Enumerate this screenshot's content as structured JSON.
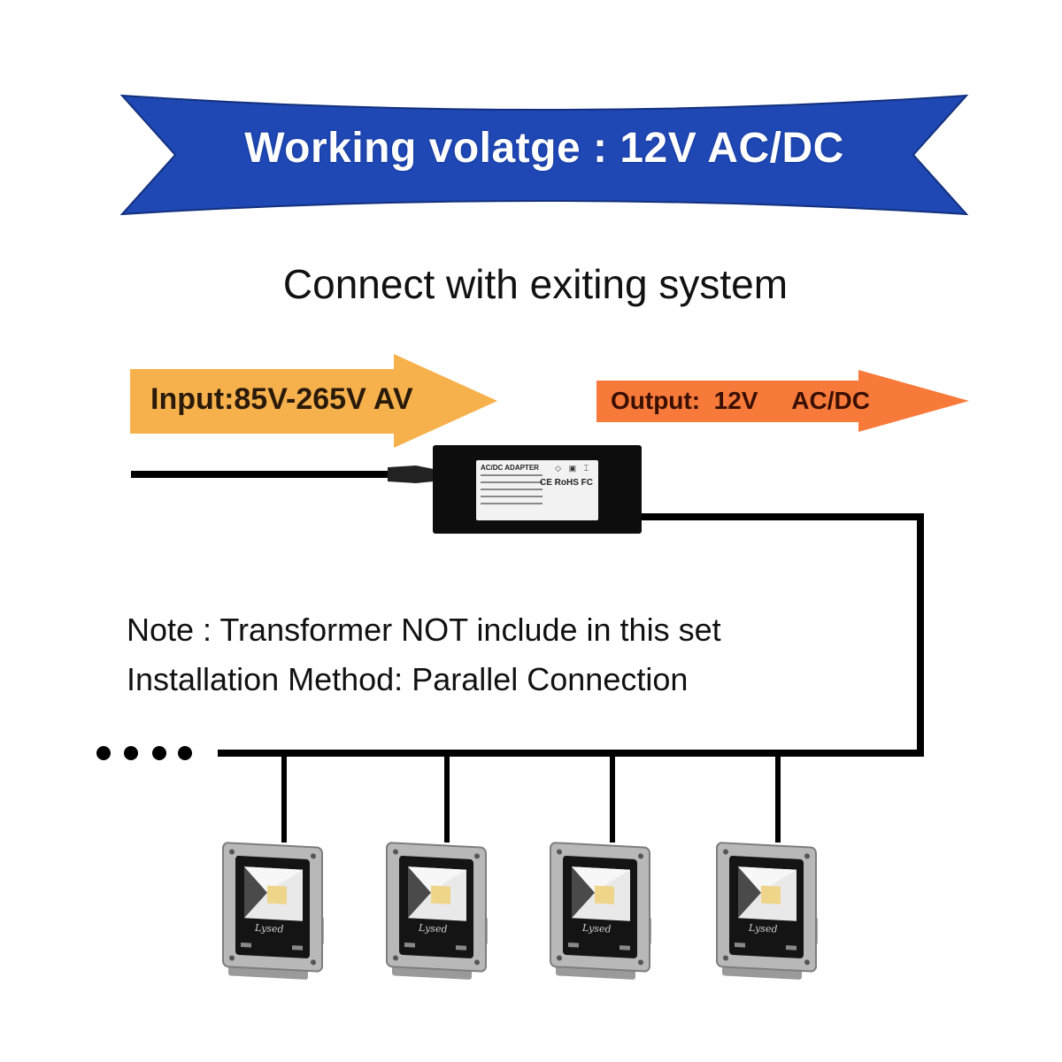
{
  "banner": {
    "text": "Working volatge : 12V AC/DC",
    "color": "#1f48b4"
  },
  "subtitle": "Connect with exiting system",
  "input_arrow": {
    "text": "Input:85V-265V AV",
    "color": "#f7b14c"
  },
  "output_arrow": {
    "text": "Output:  12V     AC/DC",
    "color": "#f77a3b"
  },
  "adapter": {
    "label_title": "AC/DC ADAPTER",
    "marks": "CE RoHS FC",
    "symbols": "◇ ▣ ⌶",
    "icon": "power-adapter-icon"
  },
  "notes": {
    "line1": "Note : Transformer NOT include in this set",
    "line2": "Installation Method: Parallel Connection"
  },
  "continuation_dots": "....",
  "floodlights": [
    {
      "brand": "Lysed",
      "icon": "led-floodlight-icon"
    },
    {
      "brand": "Lysed",
      "icon": "led-floodlight-icon"
    },
    {
      "brand": "Lysed",
      "icon": "led-floodlight-icon"
    },
    {
      "brand": "Lysed",
      "icon": "led-floodlight-icon"
    }
  ]
}
